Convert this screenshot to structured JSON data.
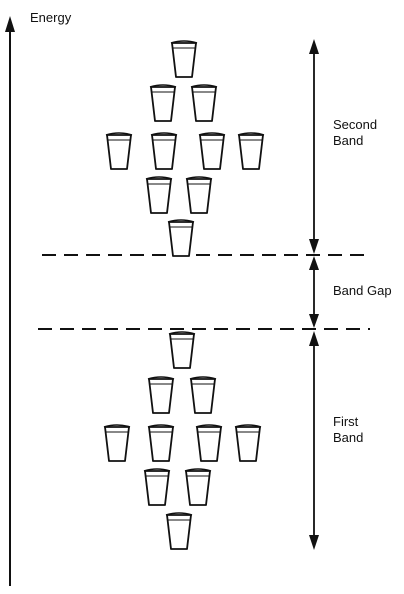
{
  "axis": {
    "label": "Energy"
  },
  "regions": {
    "second_band": {
      "line1": "Second",
      "line2": "Band",
      "cups": 10
    },
    "band_gap": {
      "label": "Band Gap"
    },
    "first_band": {
      "line1": "First",
      "line2": "Band",
      "cups": 10
    }
  },
  "colors": {
    "ink": "#111111",
    "background": "#ffffff"
  }
}
